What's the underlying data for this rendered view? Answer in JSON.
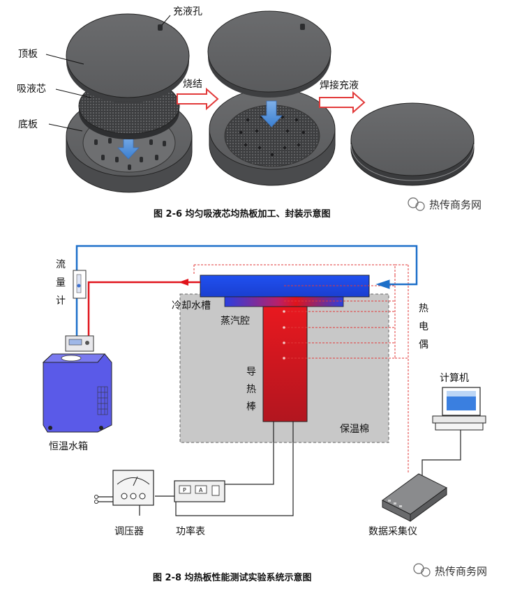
{
  "figure1": {
    "labels": {
      "fill_hole": "充液孔",
      "top_plate": "顶板",
      "wick": "吸液芯",
      "bottom_plate": "底板"
    },
    "steps": {
      "sintering": "烧结",
      "weld_fill": "焊接充液"
    },
    "caption": "图 2-6  均匀吸液芯均热板加工、封装示意图",
    "watermark": "热传商务网"
  },
  "figure2": {
    "labels": {
      "flowmeter": [
        "流",
        "量",
        "计"
      ],
      "cooling_tank": "冷却水槽",
      "vapor_chamber": "蒸汽腔",
      "heat_rod": [
        "导",
        "热",
        "棒"
      ],
      "insulation": "保温棉",
      "thermocouple": [
        "热",
        "电",
        "偶"
      ],
      "computer": "计算机",
      "water_bath": "恒温水箱",
      "regulator": "调压器",
      "power_meter": "功率表",
      "daq": "数据采集仪",
      "meter_keys": [
        "P",
        "A"
      ]
    },
    "caption": "图 2-8  均热板性能测试实验系统示意图",
    "watermark": "热传商务网"
  },
  "colors": {
    "hot_red": "#e0141b",
    "water_blue": "#1c6fc9",
    "tank_blue": "#2a3fe0",
    "bath_purple": "#5a5ae8",
    "arrow_red": "#e23a3a",
    "plate_gray": "#58595b",
    "insulation_gray": "#c8c8c8"
  }
}
